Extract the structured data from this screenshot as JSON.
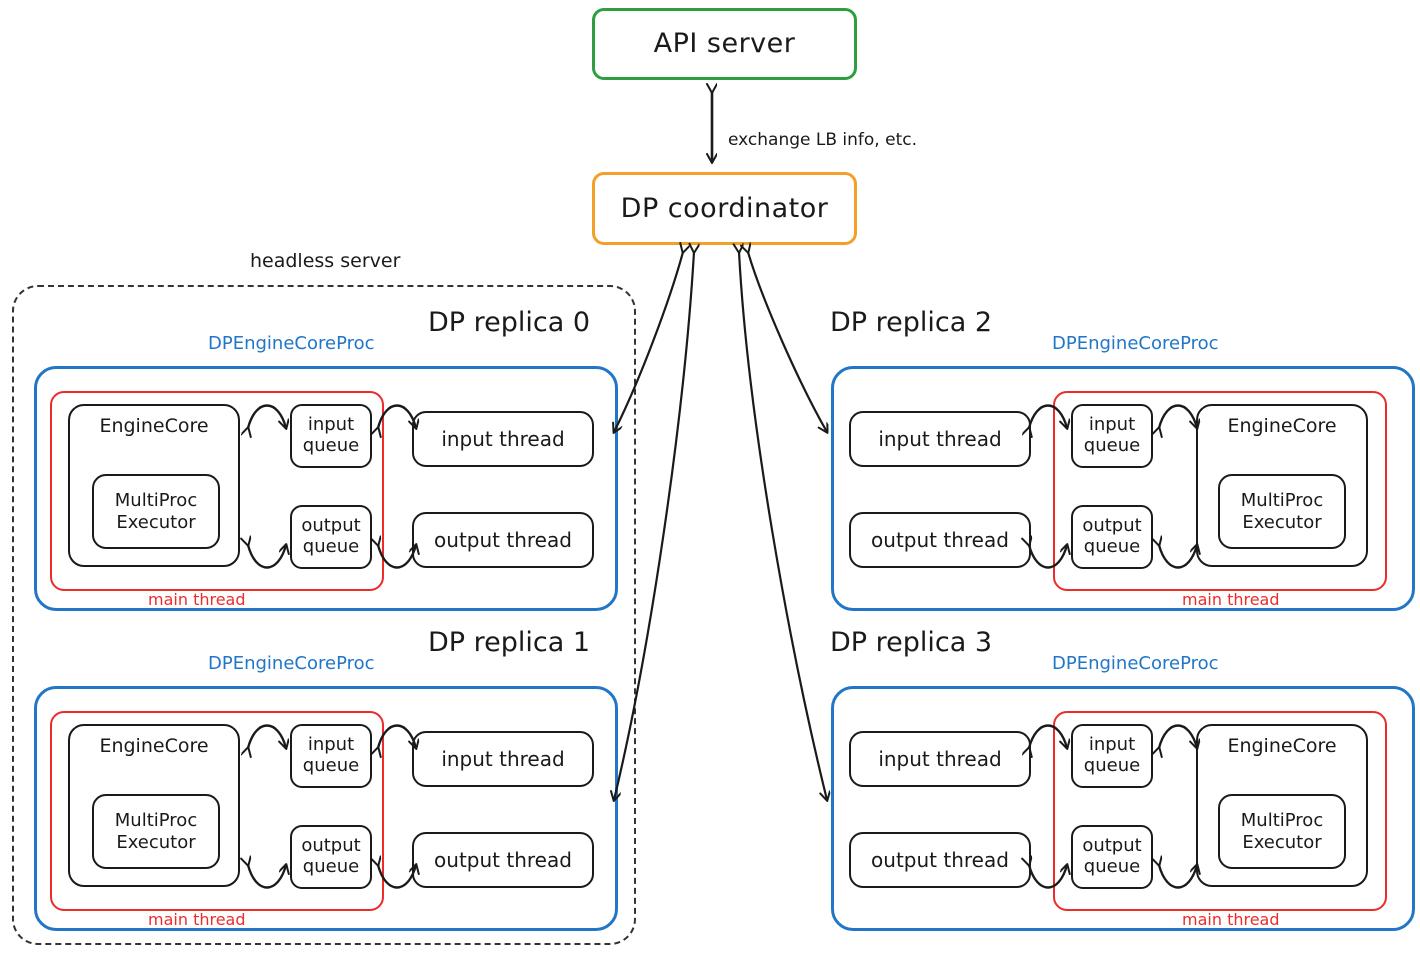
{
  "diagram": {
    "title_nodes": {
      "api_server": "API server",
      "dp_coordinator": "DP coordinator"
    },
    "edge_labels": {
      "coordinator_api": "exchange LB info, etc."
    },
    "headless_server_label": "headless server",
    "colors": {
      "api_server_border": "#2f9e41",
      "coordinator_border": "#f2a028",
      "proc_border": "#2176c7",
      "main_thread_border": "#ee2b2b",
      "node_border": "#1a1a1a",
      "headless_border": "#333333",
      "background": "#ffffff"
    },
    "common_labels": {
      "proc": "DPEngineCoreProc",
      "main_thread": "main thread",
      "engine_core": "EngineCore",
      "multiproc_executor_line1": "MultiProc",
      "multiproc_executor_line2": "Executor",
      "input_queue_line1": "input",
      "input_queue_line2": "queue",
      "output_queue_line1": "output",
      "output_queue_line2": "queue",
      "input_thread": "input thread",
      "output_thread": "output thread"
    },
    "replicas": [
      {
        "id": 0,
        "title": "DP replica 0",
        "orientation": "left",
        "inside_headless": true
      },
      {
        "id": 1,
        "title": "DP replica 1",
        "orientation": "left",
        "inside_headless": true
      },
      {
        "id": 2,
        "title": "DP replica 2",
        "orientation": "right",
        "inside_headless": false
      },
      {
        "id": 3,
        "title": "DP replica 3",
        "orientation": "right",
        "inside_headless": false
      }
    ]
  }
}
